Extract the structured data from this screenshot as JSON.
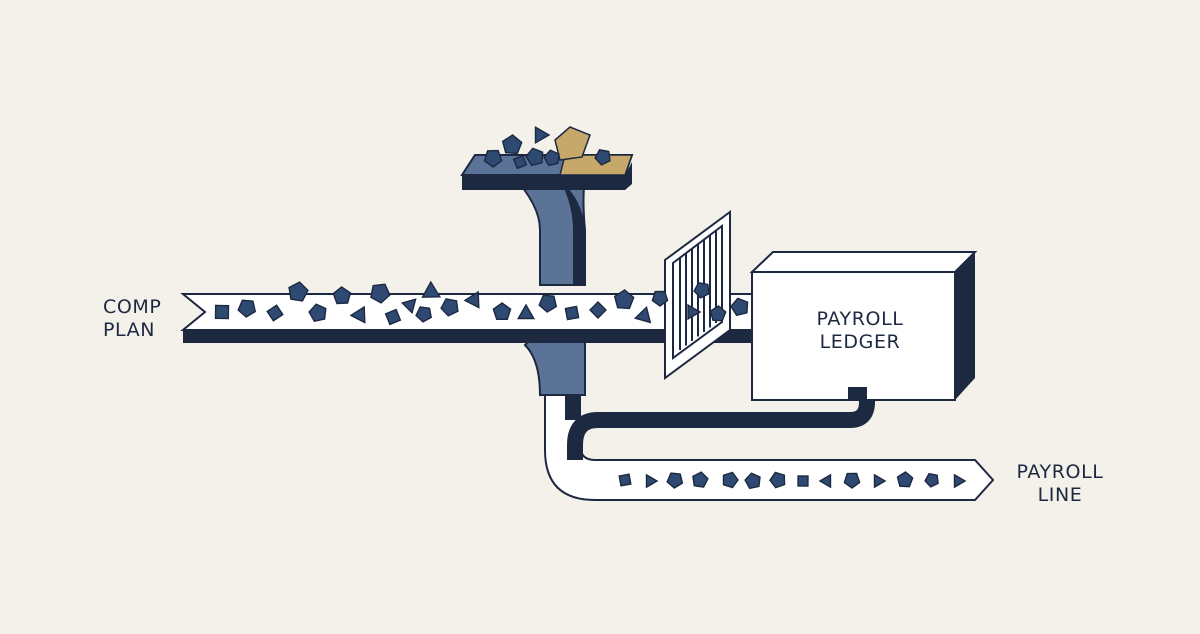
{
  "labels": {
    "comp_plan": [
      "COMP",
      "PLAN"
    ],
    "payroll_ledger": [
      "PAYROLL",
      "LEDGER"
    ],
    "payroll_line": [
      "PAYROLL",
      "LINE"
    ]
  },
  "colors": {
    "background": "#f3f1ea",
    "navy": "#1d2841",
    "steel_blue": "#5b7396",
    "chip_blue": "#2f4a72",
    "gold": "#c6a96a",
    "white": "#ffffff"
  },
  "icons": {
    "input_hopper": "hopper-icon",
    "filter_gate": "filter-grate-icon",
    "ledger_box": "box-icon"
  }
}
